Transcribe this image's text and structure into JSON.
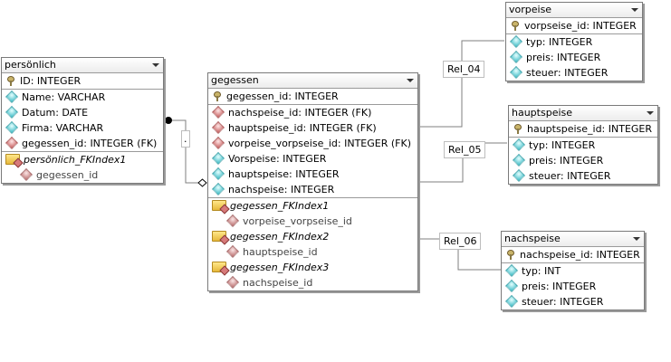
{
  "tables": {
    "persoenlich": {
      "name": "persönlich",
      "pk": "ID: INTEGER",
      "attributes": [
        {
          "label": "Name: VARCHAR",
          "kind": "attr"
        },
        {
          "label": "Datum: DATE",
          "kind": "attr"
        },
        {
          "label": "Firma: VARCHAR",
          "kind": "attr"
        },
        {
          "label": "gegessen_id: INTEGER (FK)",
          "kind": "fk"
        }
      ],
      "indexes": [
        {
          "name": "persönlich_FKIndex1",
          "column": "gegessen_id"
        }
      ]
    },
    "gegessen": {
      "name": "gegessen",
      "pk": "gegessen_id: INTEGER",
      "attributes": [
        {
          "label": "nachspeise_id: INTEGER (FK)",
          "kind": "fk"
        },
        {
          "label": "hauptspeise_id: INTEGER (FK)",
          "kind": "fk"
        },
        {
          "label": "vorpeise_vorpseise_id: INTEGER (FK)",
          "kind": "fk"
        },
        {
          "label": "Vorspeise: INTEGER",
          "kind": "attr"
        },
        {
          "label": "hauptspeise: INTEGER",
          "kind": "attr"
        },
        {
          "label": "nachspeise: INTEGER",
          "kind": "attr"
        }
      ],
      "indexes": [
        {
          "name": "gegessen_FKIndex1",
          "column": "vorpeise_vorpseise_id"
        },
        {
          "name": "gegessen_FKIndex2",
          "column": "hauptspeise_id"
        },
        {
          "name": "gegessen_FKIndex3",
          "column": "nachspeise_id"
        }
      ]
    },
    "vorpeise": {
      "name": "vorpeise",
      "pk": "vorpseise_id: INTEGER",
      "attributes": [
        {
          "label": "typ: INTEGER",
          "kind": "attr"
        },
        {
          "label": "preis: INTEGER",
          "kind": "attr"
        },
        {
          "label": "steuer: INTEGER",
          "kind": "attr"
        }
      ]
    },
    "hauptspeise": {
      "name": "hauptspeise",
      "pk": "hauptspeise_id: INTEGER",
      "attributes": [
        {
          "label": "typ: INTEGER",
          "kind": "attr"
        },
        {
          "label": "preis: INTEGER",
          "kind": "attr"
        },
        {
          "label": "steuer: INTEGER",
          "kind": "attr"
        }
      ]
    },
    "nachspeise": {
      "name": "nachspeise",
      "pk": "nachspeise_id: INTEGER",
      "attributes": [
        {
          "label": "typ: INT",
          "kind": "attr"
        },
        {
          "label": "preis: INTEGER",
          "kind": "attr"
        },
        {
          "label": "steuer: INTEGER",
          "kind": "attr"
        }
      ]
    }
  },
  "relations": [
    {
      "label": "Rel_04"
    },
    {
      "label": "Rel_05"
    },
    {
      "label": "Rel_06"
    },
    {
      "label": "."
    }
  ],
  "colors": {
    "line": "#7f7f7f",
    "attr_icon": "#37b9c4",
    "fk_icon": "#c45a5a",
    "folder": "#e6b83a"
  }
}
